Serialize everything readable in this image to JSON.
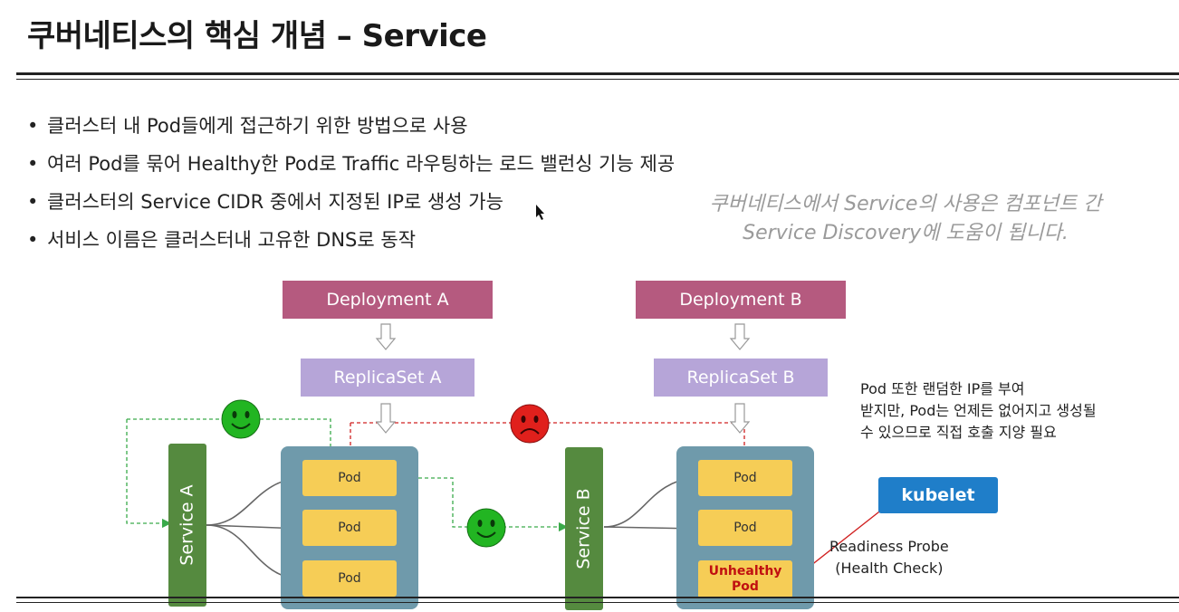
{
  "title": "쿠버네티스의 핵심 개념 – Service",
  "bullets": [
    "클러스터 내 Pod들에게 접근하기 위한 방법으로 사용",
    "여러 Pod를 묶어 Healthy한 Pod로 Traffic 라우팅하는 로드 밸런싱 기능 제공",
    "클러스터의 Service CIDR 중에서 지정된 IP로 생성 가능",
    "서비스 이름은 클러스터내 고유한 DNS로 동작"
  ],
  "note": [
    "쿠버네티스에서 Service의 사용은 컴포넌트 간",
    "Service Discovery에 도움이 됩니다."
  ],
  "diagram": {
    "deployment_a": "Deployment A",
    "deployment_b": "Deployment B",
    "replicaset_a": "ReplicaSet A",
    "replicaset_b": "ReplicaSet B",
    "service_a": "Service A",
    "service_b": "Service B",
    "pod_label": "Pod",
    "unhealthy_pod": [
      "Unhealthy",
      "Pod"
    ],
    "kubelet": "kubelet",
    "pod_note": [
      "Pod 또한 랜덤한 IP를 부여",
      "받지만, Pod는 언제든 없어지고 생성될",
      "수 있으므로 직접 호출 지양 필요"
    ],
    "probe": [
      "Readiness Probe",
      "(Health Check)"
    ]
  },
  "colors": {
    "deployment": "#b55a7f",
    "replicaset": "#b6a5d8",
    "pod_pool": "#6f9aab",
    "pod": "#f6cd56",
    "service": "#558a3f",
    "kubelet": "#1f7ec9",
    "happy_face": "#22b522",
    "sad_face": "#e0201c"
  }
}
